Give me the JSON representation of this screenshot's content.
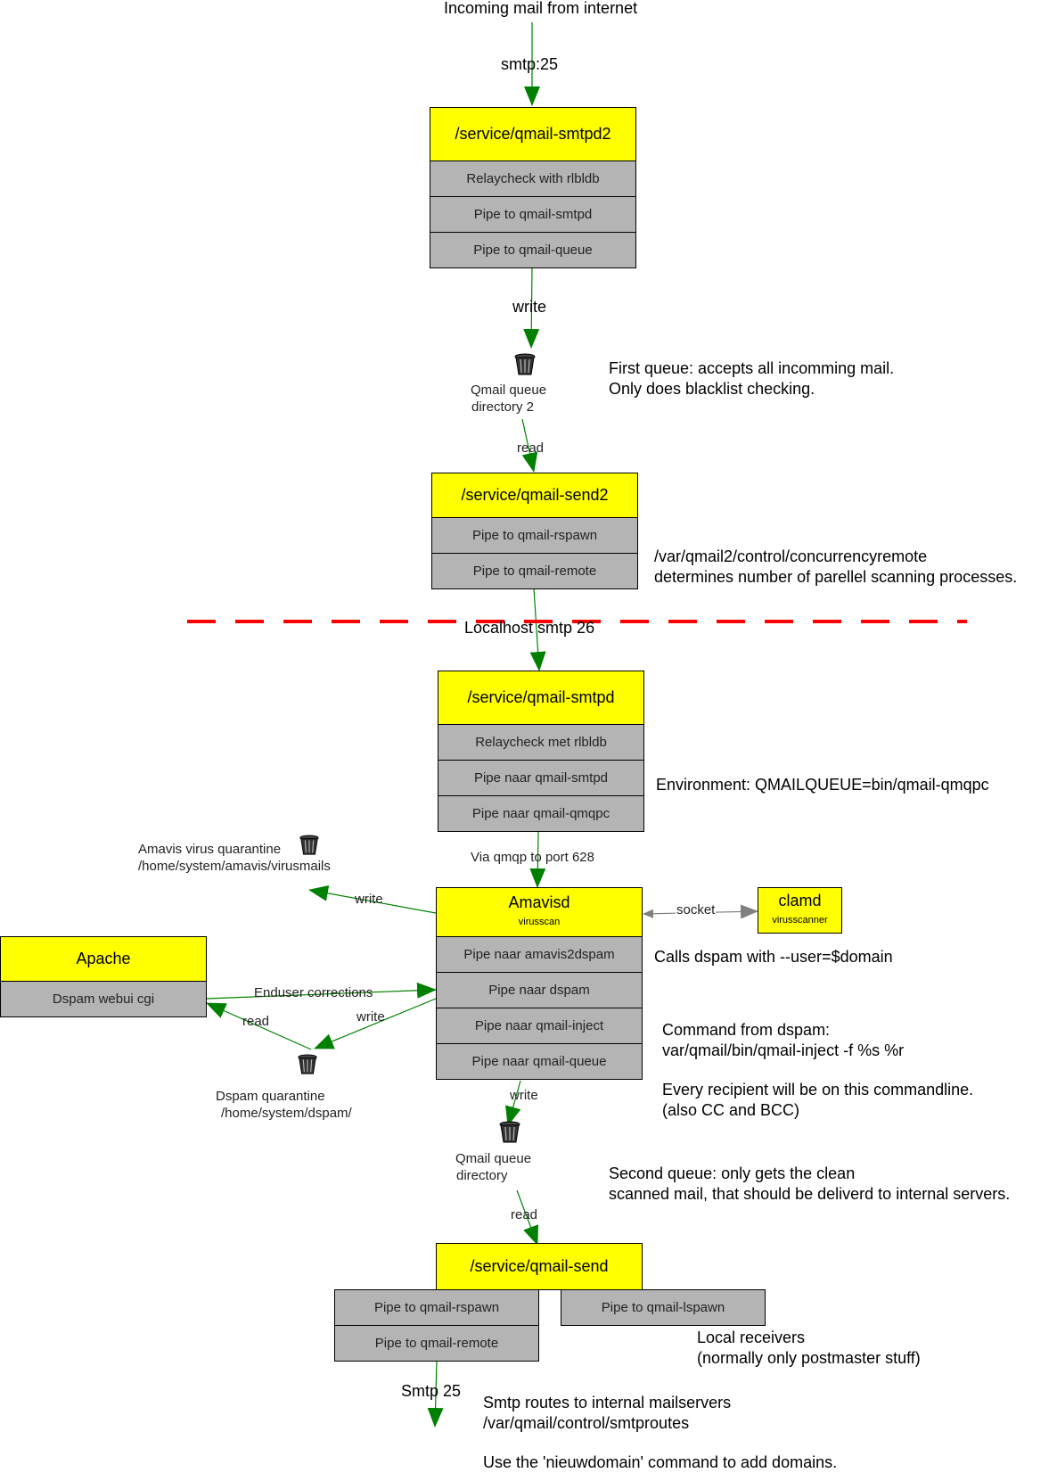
{
  "labels": {
    "incoming": "Incoming mail from internet",
    "smtp25": "smtp:25",
    "write1": "write",
    "queue2_line1": "Qmail queue",
    "queue2_line2": "directory 2",
    "read1": "read",
    "localhost": "Localhost smtp 26",
    "via_qmqp": "Via qmqp to port 628",
    "socket": "socket",
    "write_virus": "write",
    "enduser": "Enduser corrections",
    "read_dspam": "read",
    "write_dspam": "write",
    "write2": "write",
    "queue_line1": "Qmail queue",
    "queue_line2": "directory",
    "read2": "read",
    "smtp25b": "Smtp 25",
    "amavis_q_line1": "Amavis virus quarantine",
    "amavis_q_line2": "/home/system/amavis/virusmails",
    "dspam_q_line1": "Dspam quarantine",
    "dspam_q_line2": "/home/system/dspam/"
  },
  "boxes": {
    "smtpd2": {
      "title": "/service/qmail-smtpd2",
      "items": [
        "Relaycheck with rlbldb",
        "Pipe to qmail-smtpd",
        "Pipe to qmail-queue"
      ]
    },
    "send2": {
      "title": "/service/qmail-send2",
      "items": [
        "Pipe to qmail-rspawn",
        "Pipe to qmail-remote"
      ]
    },
    "smtpd": {
      "title": "/service/qmail-smtpd",
      "items": [
        "Relaycheck met rlbldb",
        "Pipe naar qmail-smtpd",
        "Pipe naar qmail-qmqpc"
      ]
    },
    "amavisd": {
      "title": "Amavisd",
      "subtitle": "virusscan",
      "items": [
        "Pipe naar amavis2dspam",
        "Pipe naar dspam",
        "Pipe naar qmail-inject",
        "Pipe naar qmail-queue"
      ]
    },
    "clamd": {
      "title": "clamd",
      "subtitle": "virusscanner"
    },
    "apache": {
      "title": "Apache",
      "items": [
        "Dspam webui cgi"
      ]
    },
    "send": {
      "title": "/service/qmail-send",
      "items": [
        "Pipe to qmail-rspawn",
        "Pipe to qmail-remote"
      ],
      "local_item": "Pipe to qmail-lspawn"
    }
  },
  "notes": {
    "first_queue_1": "First queue: accepts all incomming mail.",
    "first_queue_2": "Only does blacklist checking.",
    "concurrency_1": "/var/qmail2/control/concurrencyremote",
    "concurrency_2": "determines number of parellel scanning processes.",
    "environment": "Environment: QMAILQUEUE=bin/qmail-qmqpc",
    "calls_dspam": "Calls dspam with --user=$domain",
    "command_1": "Command from dspam:",
    "command_2": "var/qmail/bin/qmail-inject -f %s %r",
    "recipient_1": "Every recipient will be on this commandline.",
    "recipient_2": "(also CC and BCC)",
    "second_queue_1": "Second queue: only gets the clean",
    "second_queue_2": "scanned mail, that should be deliverd to internal servers.",
    "local_1": "Local receivers",
    "local_2": "(normally only postmaster stuff)",
    "smtproutes_1": "Smtp routes to  internal mailservers",
    "smtproutes_2": "/var/qmail/control/smtproutes",
    "nieuw": "Use the  'nieuwdomain' command to add domains."
  },
  "colors": {
    "box_title": "#ffff00",
    "box_item": "#b4b4b4",
    "arrow": "#008000",
    "socket_arrow": "#808080",
    "boundary": "#ff0000"
  },
  "icons": {
    "queue2": "trash-bin-icon",
    "amavis_quarantine": "trash-bin-icon",
    "dspam_quarantine": "trash-bin-icon",
    "queue": "trash-bin-icon"
  }
}
